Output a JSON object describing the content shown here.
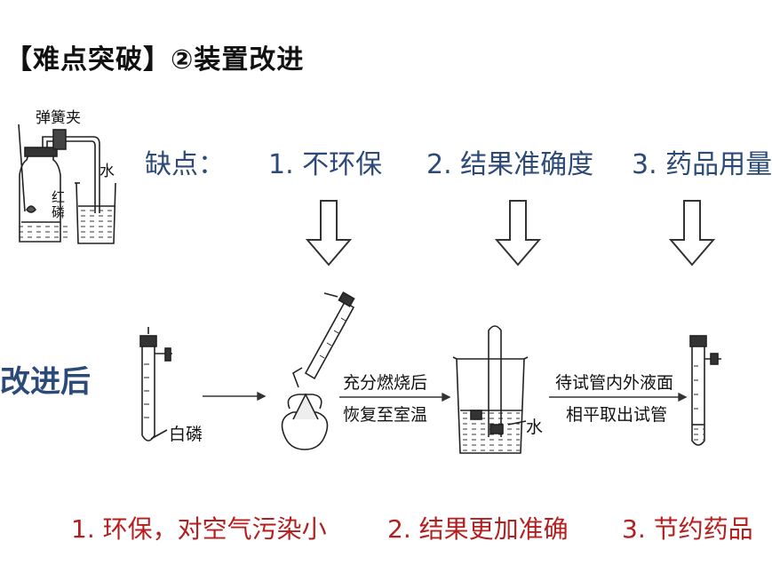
{
  "title": "【难点突破】②装置改进",
  "original_setup": {
    "label_clamp": "弹簧夹",
    "label_water": "水",
    "label_red_phosphorus": "红磷"
  },
  "drawbacks": {
    "label": "缺点：",
    "items": [
      "1. 不环保",
      "2. 结果准确度",
      "3. 药品用量"
    ]
  },
  "improved": {
    "label": "改进后",
    "label_white_phosphorus": "白磷",
    "step1_line1": "充分燃烧后",
    "step1_line2": "恢复至室温",
    "label_water": "水",
    "step2_line1": "待试管内外液面",
    "step2_line2": "相平取出试管"
  },
  "advantages": [
    "1. 环保，对空气污染小",
    "2. 结果更加准确",
    "3. 节约药品"
  ]
}
